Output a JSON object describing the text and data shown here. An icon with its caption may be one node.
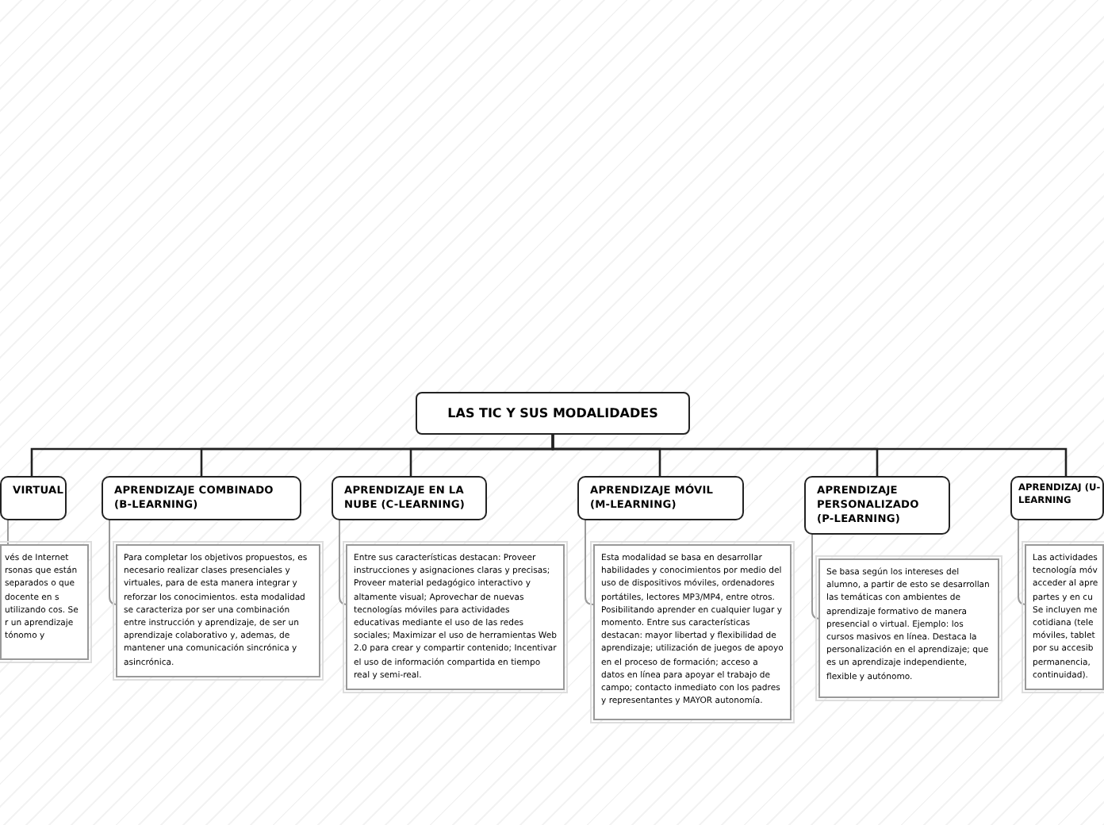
{
  "diagram": {
    "nodes": [
      {
        "text": [
          "LAS TIC Y SUS MODALIDADES"
        ]
      },
      {
        "text": [
          "VIRTUAL"
        ]
      },
      {
        "text": [
          "vés de Internet rsonas que están separados o que docente en s utilizando cos. Se r un aprendizaje tónomo y"
        ]
      },
      {
        "text": [
          "APRENDIZAJE COMBINADO (B-LEARNING)"
        ]
      },
      {
        "text": [
          "Para completar los objetivos propuestos, es necesario realizar clases presenciales y virtuales, para de esta manera integrar y reforzar los conocimientos. esta modalidad se caracteriza por ser una combinación entre instrucción y aprendizaje, de ser un aprendizaje colaborativo y, ademas, de mantener una comunicación sincrónica y asincrónica."
        ]
      },
      {
        "text": [
          "APRENDIZAJE EN LA NUBE (C-LEARNING)"
        ]
      },
      {
        "text": [
          "Entre sus características destacan: Proveer instrucciones y asignaciones claras y precisas; Proveer material pedagógico interactivo y altamente visual; Aprovechar de nuevas tecnologías móviles para actividades educativas mediante el uso de las redes sociales; Maximizar el uso de herramientas Web 2.0 para crear y compartir contenido; Incentivar el uso de información compartida en tiempo real y semi-real."
        ]
      },
      {
        "text": [
          "APRENDIZAJE MÓVIL (M-LEARNING)"
        ]
      },
      {
        "text": [
          "Esta modalidad se basa en desarrollar habilidades y conocimientos por medio del uso de dispositivos móviles, ordenadores portátiles, lectores MP3/MP4, entre otros. Posibilitando aprender en cualquier lugar y momento. Entre sus características destacan: mayor libertad y flexibilidad de aprendizaje; utilización de juegos de apoyo en el proceso de formación; acceso a datos en línea para apoyar el trabajo de campo; contacto inmediato con los padres y representantes y MAYOR autonomía."
        ]
      },
      {
        "text": [
          "APRENDIZAJE PERSONALIZADO (P-LEARNING)"
        ]
      },
      {
        "text": [
          "Se basa según los intereses del alumno, a partir de esto se desarrollan las temáticas con ambientes de aprendizaje formativo de manera presencial o virtual. Ejemplo: los cursos masivos en línea. Destaca la personalización en el aprendizaje; que es un aprendizaje independiente, flexible y autónomo."
        ]
      },
      {
        "text": [
          "APRENDIZAJ (U-LEARNING"
        ]
      },
      {
        "text": [
          "Las actividades tecnología móv acceder al apre partes y en cu Se incluyen me cotidiana (tele móviles, tablet por su accesib permanencia, continuidad)."
        ]
      }
    ],
    "edges": [
      {
        "from": 0,
        "to": 1,
        "arrow": "none"
      },
      {
        "from": 0,
        "to": 3,
        "arrow": "none"
      },
      {
        "from": 0,
        "to": 5,
        "arrow": "none"
      },
      {
        "from": 0,
        "to": 7,
        "arrow": "none"
      },
      {
        "from": 0,
        "to": 9,
        "arrow": "none"
      },
      {
        "from": 0,
        "to": 11,
        "arrow": "none"
      },
      {
        "from": 1,
        "to": 2,
        "arrow": "none",
        "color": "#999999"
      },
      {
        "from": 3,
        "to": 4,
        "arrow": "none",
        "color": "#999999"
      },
      {
        "from": 5,
        "to": 6,
        "arrow": "none",
        "color": "#999999"
      },
      {
        "from": 7,
        "to": 8,
        "arrow": "none",
        "color": "#999999"
      },
      {
        "from": 9,
        "to": 10,
        "arrow": "none",
        "color": "#999999"
      },
      {
        "from": 11,
        "to": 12,
        "arrow": "none",
        "color": "#999999"
      }
    ]
  }
}
